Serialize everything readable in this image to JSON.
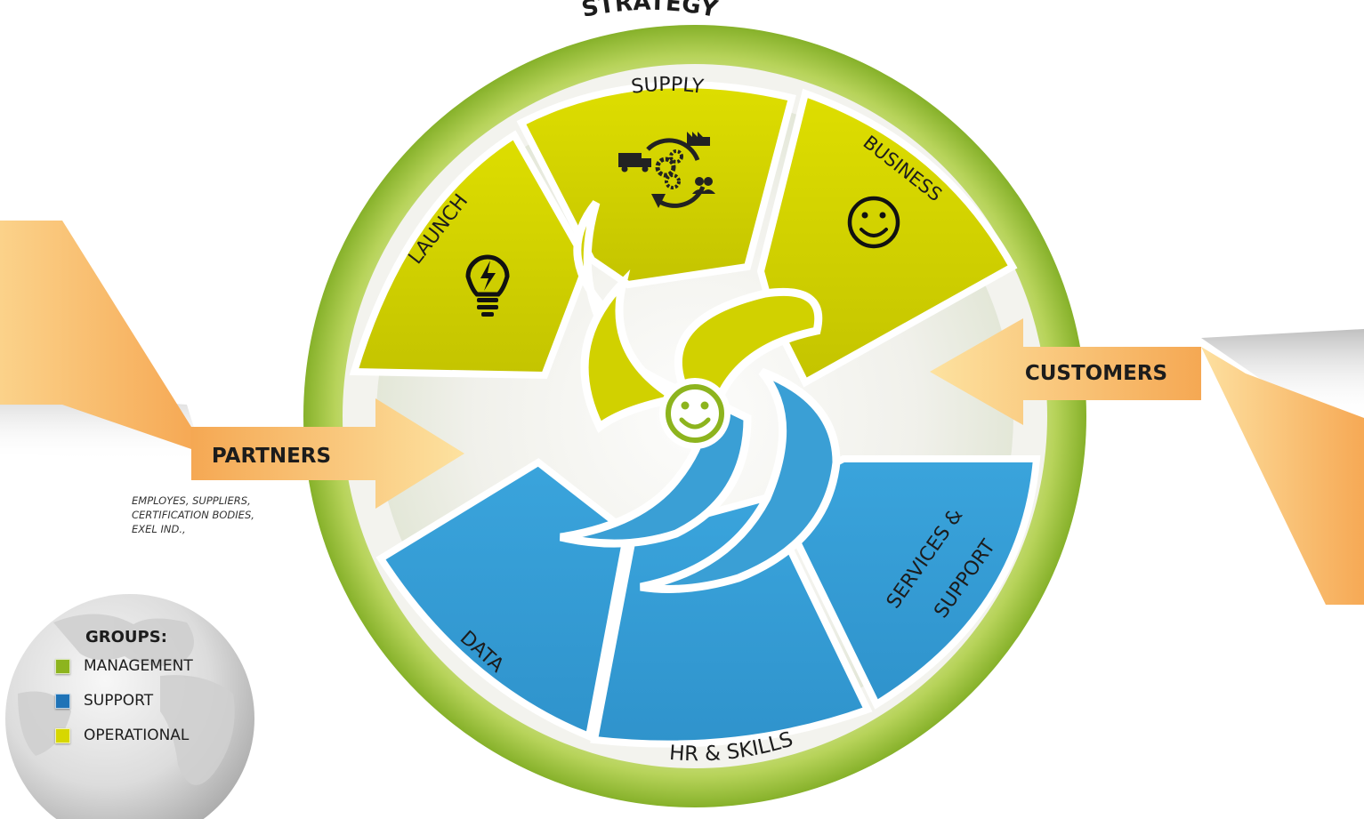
{
  "wheel": {
    "title": "STRATEGY",
    "segments": {
      "launch": "LAUNCH",
      "supply": "SUPPLY",
      "business": "BUSINESS",
      "data": "DATA",
      "hr_skills": "HR & SKILLS",
      "services": "SERVICES &",
      "support": "SUPPORT"
    }
  },
  "arrows": {
    "partners": "PARTNERS",
    "customers": "CUSTOMERS"
  },
  "partners_caption": {
    "line1": "EMPLOYES, SUPPLIERS,",
    "line2": "CERTIFICATION BODIES,",
    "line3": "EXEL IND.,"
  },
  "legend": {
    "title": "GROUPS:",
    "items": [
      {
        "label": "MANAGEMENT",
        "color": "#8db41e"
      },
      {
        "label": "SUPPORT",
        "color": "#1f73b7"
      },
      {
        "label": "OPERATIONAL",
        "color": "#d7d700"
      }
    ]
  },
  "icons": {
    "launch": "lightbulb-icon",
    "supply": "supply-chain-icon",
    "business": "smiley-icon",
    "center": "smiley-icon"
  },
  "colors": {
    "ring": "#9cc23c",
    "operational": "#d2d200",
    "support": "#3a9fd5",
    "arrow": "#f7b25e"
  }
}
